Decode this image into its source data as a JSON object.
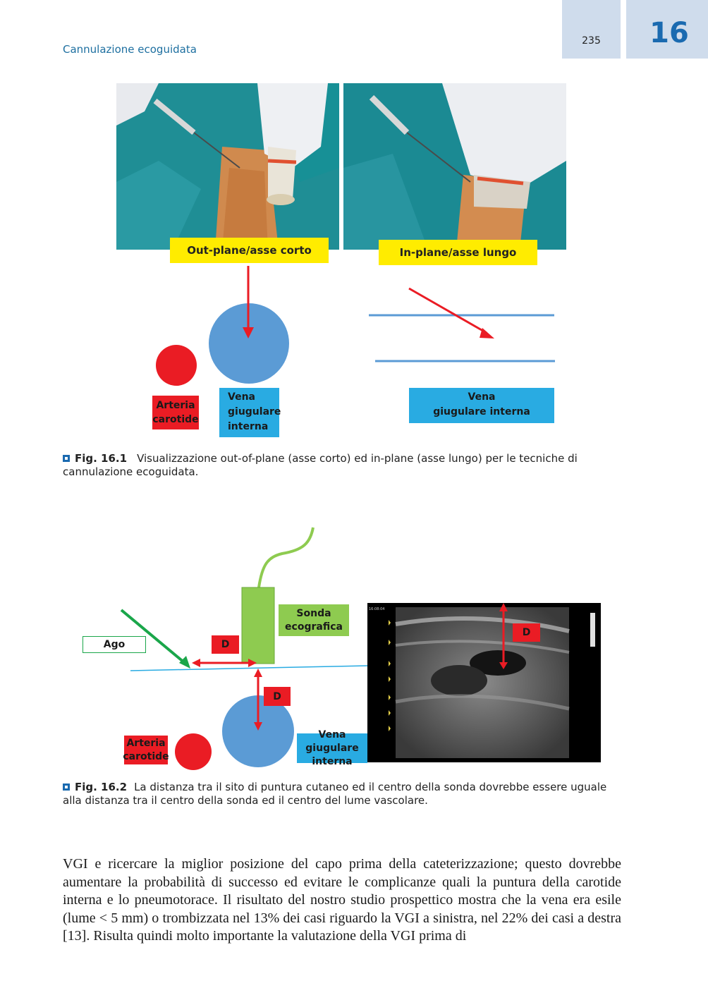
{
  "header": {
    "running_head": "Cannulazione ecoguidata",
    "page_number": "235",
    "chapter_number": "16"
  },
  "figure1": {
    "left_label": "Out-plane/asse corto",
    "right_label": "In-plane/asse lungo",
    "artery_label_1": "Arteria",
    "artery_label_2": "carotide",
    "vein_label_1": "Vena",
    "vein_label_2": "giugulare",
    "vein_label_3": "interna",
    "right_vein_label_1": "Vena",
    "right_vein_label_2": "giugulare interna",
    "caption_number": "Fig. 16.1",
    "caption_text": "Visualizzazione out-of-plane (asse corto) ed in-plane (asse lungo) per le tecniche di cannulazione ecoguidata."
  },
  "figure2": {
    "probe_label_1": "Sonda",
    "probe_label_2": "ecografica",
    "needle_label": "Ago",
    "distance_label": "D",
    "artery_label_1": "Arteria",
    "artery_label_2": "carotide",
    "vein_label_1": "Vena giugulare",
    "vein_label_2": "interna",
    "caption_number": "Fig. 16.2",
    "caption_text": "La distanza tra il sito di puntura cutaneo ed il centro della sonda dovrebbe essere uguale alla distanza tra il centro della sonda ed il centro del lume vascolare."
  },
  "body_text": "VGI e ricercare la miglior posizione del capo prima della cateterizzazione; questo dovrebbe aumentare la probabilità di successo ed evitare le complicanze quali la puntura della carotide interna e lo pneumotorace. Il risultato del nostro studio prospettico mostra che la vena era esile (lume < 5 mm) o trombizzata nel 13% dei casi riguardo la VGI a sinistra, nel 22% dei casi a destra [13]. Risulta quindi molto importante la valutazione della VGI prima di",
  "colors": {
    "yellow": "#ffec00",
    "red": "#ea1c24",
    "blue_circle": "#5b9bd5",
    "cyan_label": "#29abe2",
    "green": "#8ecb50",
    "accent_blue": "#1a6ab0"
  }
}
